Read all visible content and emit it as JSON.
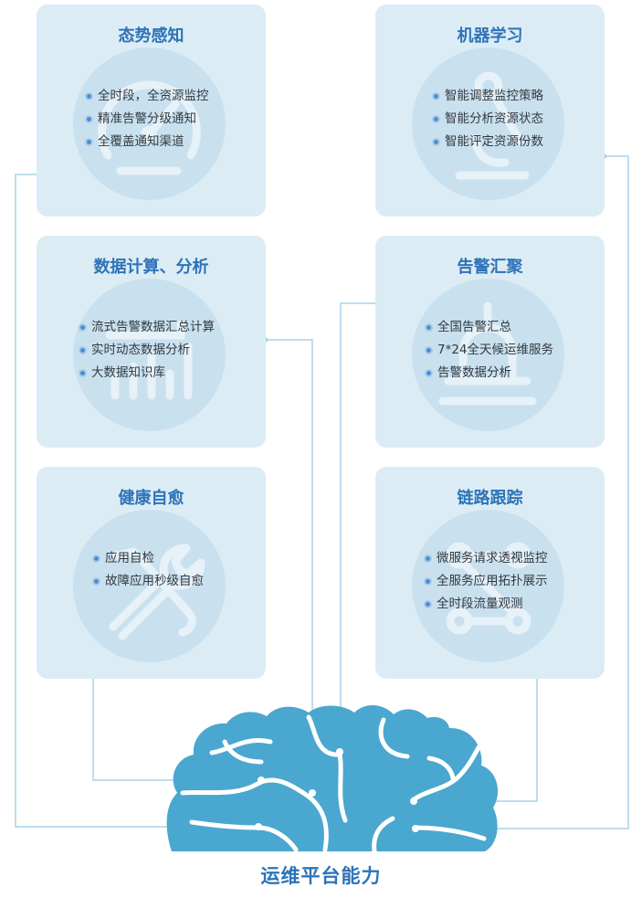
{
  "cards": [
    {
      "title": "态势感知",
      "items": [
        "全时段，全资源监控",
        "精准告警分级通知",
        "全覆盖通知渠道"
      ],
      "icon": "gauge-icon"
    },
    {
      "title": "机器学习",
      "items": [
        "智能调整监控策略",
        "智能分析资源状态",
        "智能评定资源份数"
      ],
      "icon": "microscope-icon"
    },
    {
      "title": "数据计算、分析",
      "items": [
        "流式告警数据汇总计算",
        "实时动态数据分析",
        "大数据知识库"
      ],
      "icon": "bar-chart-icon"
    },
    {
      "title": "告警汇聚",
      "items": [
        "全国告警汇总",
        "7*24全天候运维服务",
        "告警数据分析"
      ],
      "icon": "alarm-bell-icon"
    },
    {
      "title": "健康自愈",
      "items": [
        "应用自检",
        "故障应用秒级自愈"
      ],
      "icon": "wrench-screwdriver-icon"
    },
    {
      "title": "链路跟踪",
      "items": [
        "微服务请求透视监控",
        "全服务应用拓扑展示",
        "全时段流量观测"
      ],
      "icon": "route-nodes-icon"
    }
  ],
  "brain": {
    "title": "运维平台能力",
    "icon": "brain-icon"
  },
  "colors": {
    "accent": "#2e73b8",
    "card_bg": "#dcecf5",
    "brain": "#4aa7cf",
    "line": "#a9d2e8"
  }
}
